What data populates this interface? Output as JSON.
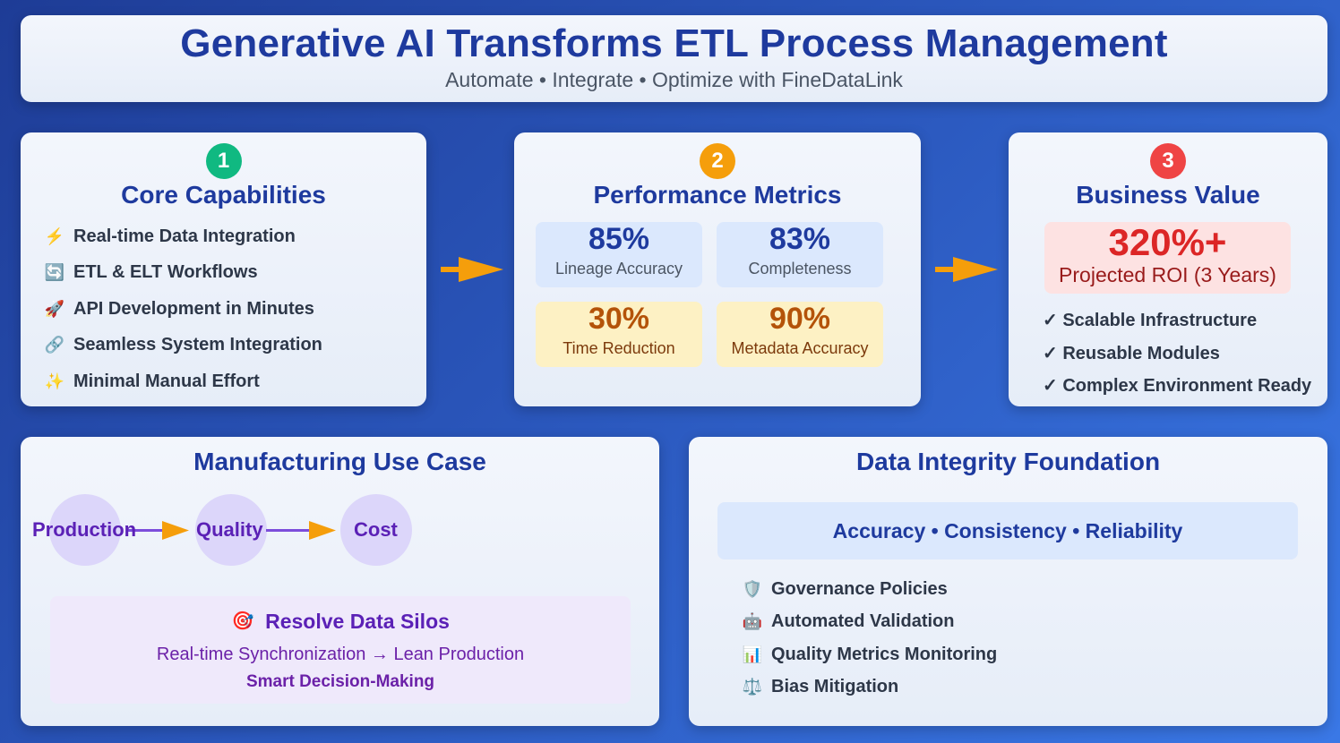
{
  "header": {
    "title": "Generative AI Transforms ETL Process Management",
    "subtitle": "Automate • Integrate • Optimize with FineDataLink"
  },
  "colors": {
    "title_blue": "#1e3a9e",
    "step1_green": "#10b981",
    "step2_amber": "#f59e0b",
    "step3_red": "#ef4444",
    "arrow_orange": "#f59e0b",
    "flow_purple": "#5b21b6"
  },
  "core": {
    "step": "1",
    "title": "Core Capabilities",
    "items": [
      {
        "icon": "lightning-icon",
        "glyph": "⚡",
        "label": "Real-time Data Integration"
      },
      {
        "icon": "refresh-icon",
        "glyph": "🔄",
        "label": "ETL & ELT Workflows"
      },
      {
        "icon": "rocket-icon",
        "glyph": "🚀",
        "label": "API Development in Minutes"
      },
      {
        "icon": "link-icon",
        "glyph": "🔗",
        "label": "Seamless System Integration"
      },
      {
        "icon": "sparkles-icon",
        "glyph": "✨",
        "label": "Minimal Manual Effort"
      }
    ]
  },
  "metrics": {
    "step": "2",
    "title": "Performance Metrics",
    "items": [
      {
        "value": "85%",
        "label": "Lineage Accuracy",
        "tone": "blue"
      },
      {
        "value": "83%",
        "label": "Completeness",
        "tone": "blue"
      },
      {
        "value": "30%",
        "label": "Time Reduction",
        "tone": "amber"
      },
      {
        "value": "90%",
        "label": "Metadata Accuracy",
        "tone": "amber"
      }
    ]
  },
  "value": {
    "step": "3",
    "title": "Business Value",
    "roi_value": "320%+",
    "roi_label": "Projected ROI (3 Years)",
    "items": [
      "✓ Scalable Infrastructure",
      "✓ Reusable Modules",
      "✓ Complex Environment Ready"
    ]
  },
  "usecase": {
    "title": "Manufacturing Use Case",
    "flow": [
      "Production",
      "Quality",
      "Cost"
    ],
    "silos": {
      "icon": "target-icon",
      "glyph": "🎯",
      "title": "Resolve Data Silos",
      "line1": "Real-time Synchronization → Lean Production",
      "line2": "Smart Decision-Making"
    }
  },
  "integrity": {
    "title": "Data Integrity Foundation",
    "pillars": "Accuracy • Consistency • Reliability",
    "items": [
      {
        "icon": "shield-icon",
        "glyph": "🛡️",
        "label": "Governance Policies"
      },
      {
        "icon": "robot-icon",
        "glyph": "🤖",
        "label": "Automated Validation"
      },
      {
        "icon": "bar-chart-icon",
        "glyph": "📊",
        "label": "Quality Metrics Monitoring"
      },
      {
        "icon": "scales-icon",
        "glyph": "⚖️",
        "label": "Bias Mitigation"
      }
    ]
  }
}
